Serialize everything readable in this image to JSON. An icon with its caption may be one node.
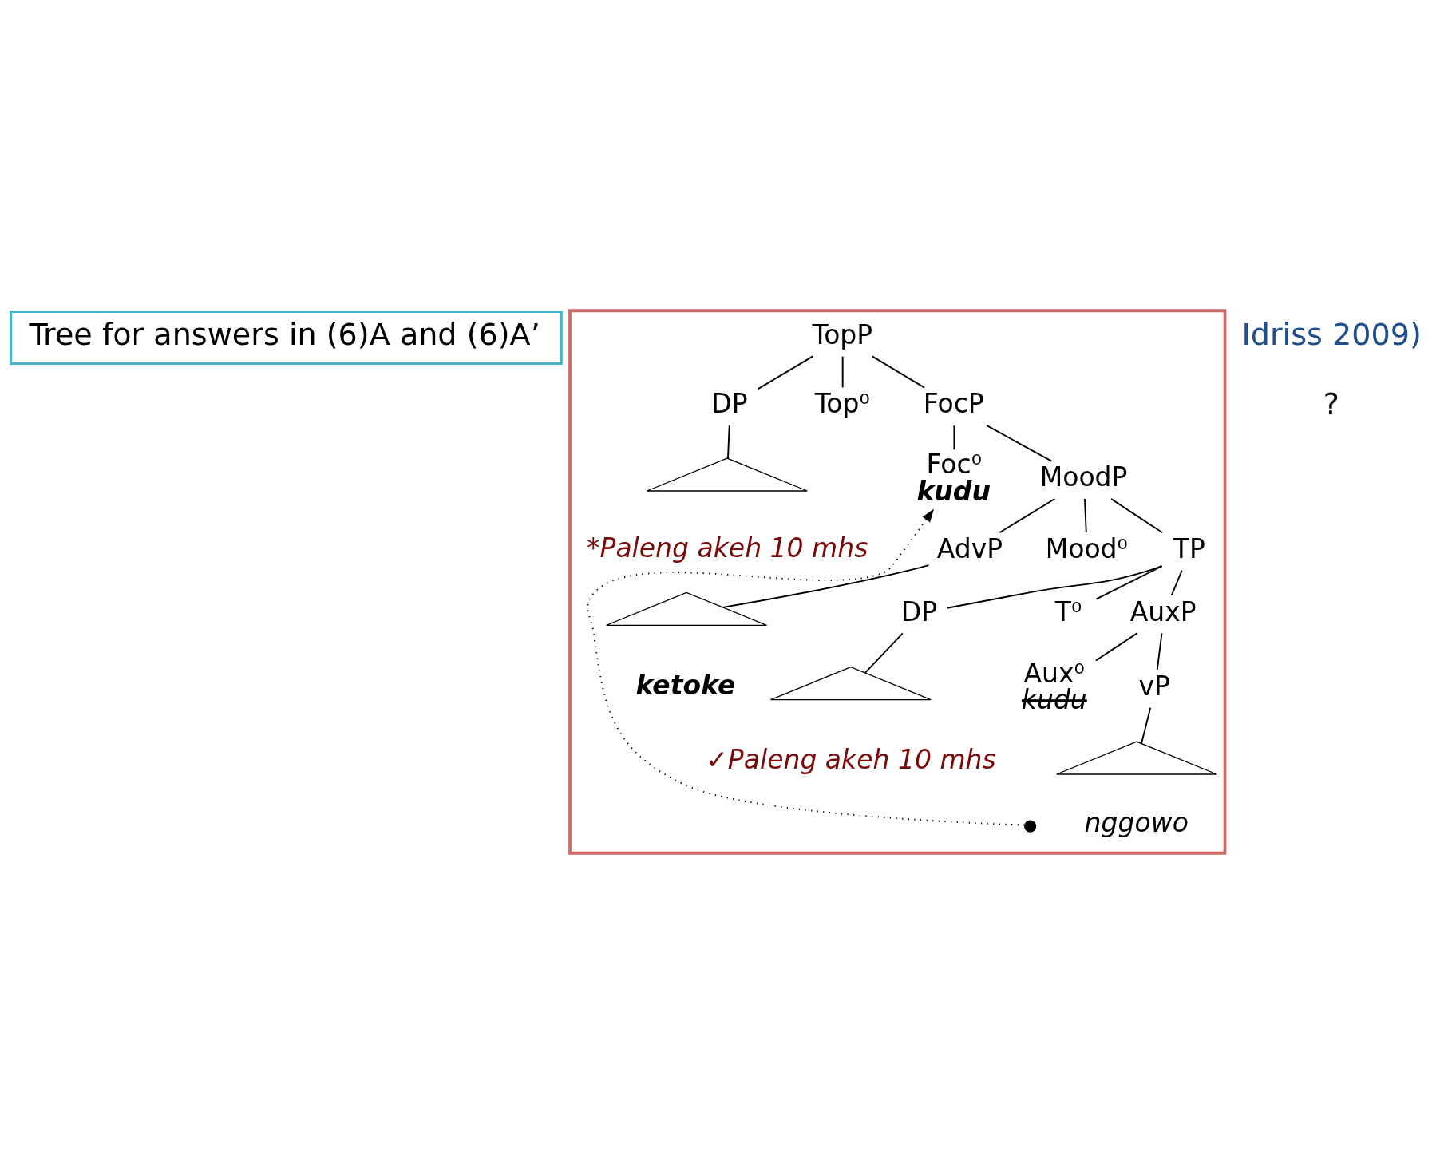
{
  "diagram": {
    "nodes": [
      {
        "text": [
          "Tree for answers in (6)A and (6)A’"
        ]
      },
      {
        "text": [],
        "shape": "box"
      },
      {
        "text": [
          "TopP"
        ],
        "in": 1
      },
      {
        "text": [
          "DP"
        ],
        "in": 1
      },
      {
        "text": [],
        "shape": "triangle",
        "beside": [
          "*Paleng akeh 10 mhs"
        ],
        "in": 1
      },
      {
        "text": [
          "Top⁰"
        ],
        "in": 1
      },
      {
        "text": [
          "FocP"
        ],
        "in": 1
      },
      {
        "text": [
          "Foc⁰",
          "kudu"
        ],
        "in": 1
      },
      {
        "text": [
          "MoodP"
        ],
        "in": 1
      },
      {
        "text": [
          "AdvP"
        ],
        "in": 1
      },
      {
        "text": [],
        "shape": "triangle",
        "beside": [
          "ketoke"
        ],
        "in": 1
      },
      {
        "text": [
          "Mood⁰"
        ],
        "in": 1
      },
      {
        "text": [
          "TP"
        ],
        "in": 1
      },
      {
        "text": [
          "DP"
        ],
        "in": 1
      },
      {
        "text": [],
        "shape": "triangle",
        "beside": [
          "✓Paleng akeh 10 mhs"
        ],
        "in": 1
      },
      {
        "text": [
          "T⁰"
        ],
        "in": 1
      },
      {
        "text": [
          "AuxP"
        ],
        "in": 1
      },
      {
        "text": [
          "Aux⁰",
          "kudu"
        ],
        "in": 1
      },
      {
        "text": [],
        "shape": "circle",
        "in": 1
      },
      {
        "text": [
          "vP"
        ],
        "in": 1
      },
      {
        "text": [],
        "shape": "triangle",
        "beside": [
          "nggowo"
        ],
        "in": 1
      }
    ],
    "edges": [
      {
        "from": 2,
        "to": 3,
        "arrow": "none"
      },
      {
        "from": 2,
        "to": 5,
        "arrow": "none"
      },
      {
        "from": 2,
        "to": 6,
        "arrow": "none"
      },
      {
        "from": 3,
        "to": 4,
        "arrow": "none"
      },
      {
        "from": 6,
        "to": 7,
        "arrow": "none"
      },
      {
        "from": 6,
        "to": 8,
        "arrow": "none"
      },
      {
        "from": 8,
        "to": 9,
        "arrow": "none"
      },
      {
        "from": 8,
        "to": 11,
        "arrow": "none"
      },
      {
        "from": 8,
        "to": 12,
        "arrow": "none"
      },
      {
        "from": 9,
        "to": 10,
        "arrow": "none"
      },
      {
        "from": 12,
        "to": 13,
        "arrow": "none"
      },
      {
        "from": 12,
        "to": 15,
        "arrow": "none"
      },
      {
        "from": 12,
        "to": 16,
        "arrow": "none"
      },
      {
        "from": 13,
        "to": 14,
        "arrow": "none"
      },
      {
        "from": 16,
        "to": 17,
        "arrow": "none"
      },
      {
        "from": 16,
        "to": 19,
        "arrow": "none"
      },
      {
        "from": 19,
        "to": 20,
        "arrow": "none"
      },
      {
        "from": 18,
        "to": 7,
        "arrow": "to",
        "style": "dashed"
      }
    ],
    "labels": [
      "Idriss 2009)",
      "?"
    ]
  }
}
